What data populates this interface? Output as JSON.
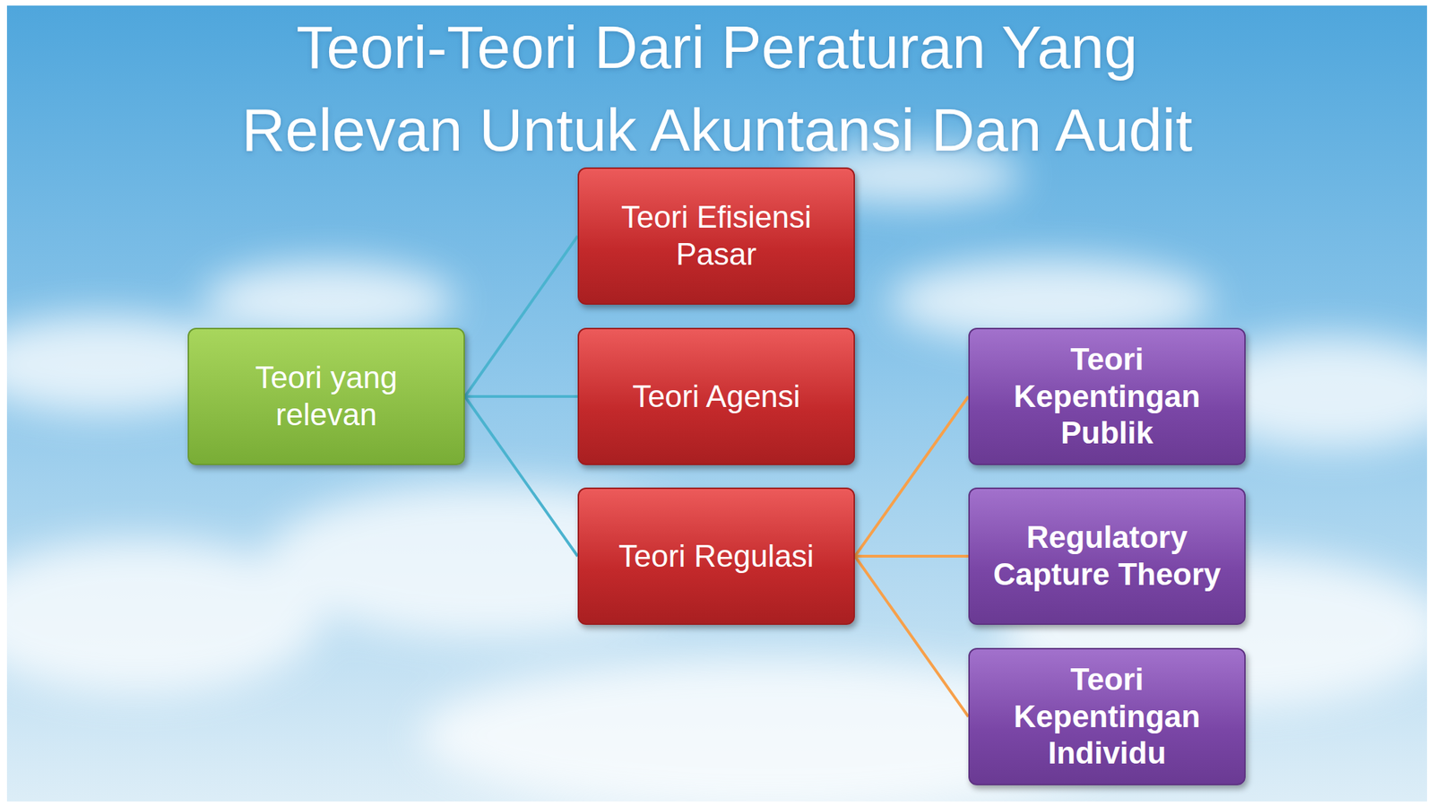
{
  "diagram": {
    "title": "Teori-Teori Dari Peraturan Yang Relevan Untuk Akuntansi Dan Audit",
    "nodes": [
      {
        "text": [
          "Teori yang relevan"
        ]
      },
      {
        "text": [
          "Teori Efisiensi Pasar"
        ]
      },
      {
        "text": [
          "Teori Agensi"
        ]
      },
      {
        "text": [
          "Teori Regulasi"
        ]
      },
      {
        "text": [
          "Teori Kepentingan Publik"
        ]
      },
      {
        "text": [
          "Regulatory Capture Theory"
        ]
      },
      {
        "text": [
          "Teori Kepentingan Individu"
        ]
      }
    ],
    "edges": [
      {
        "from": 0,
        "to": 1,
        "arrow": "none"
      },
      {
        "from": 0,
        "to": 2,
        "arrow": "none"
      },
      {
        "from": 0,
        "to": 3,
        "arrow": "none"
      },
      {
        "from": 3,
        "to": 4,
        "arrow": "none"
      },
      {
        "from": 3,
        "to": 5,
        "arrow": "none"
      },
      {
        "from": 3,
        "to": 6,
        "arrow": "none"
      }
    ]
  }
}
